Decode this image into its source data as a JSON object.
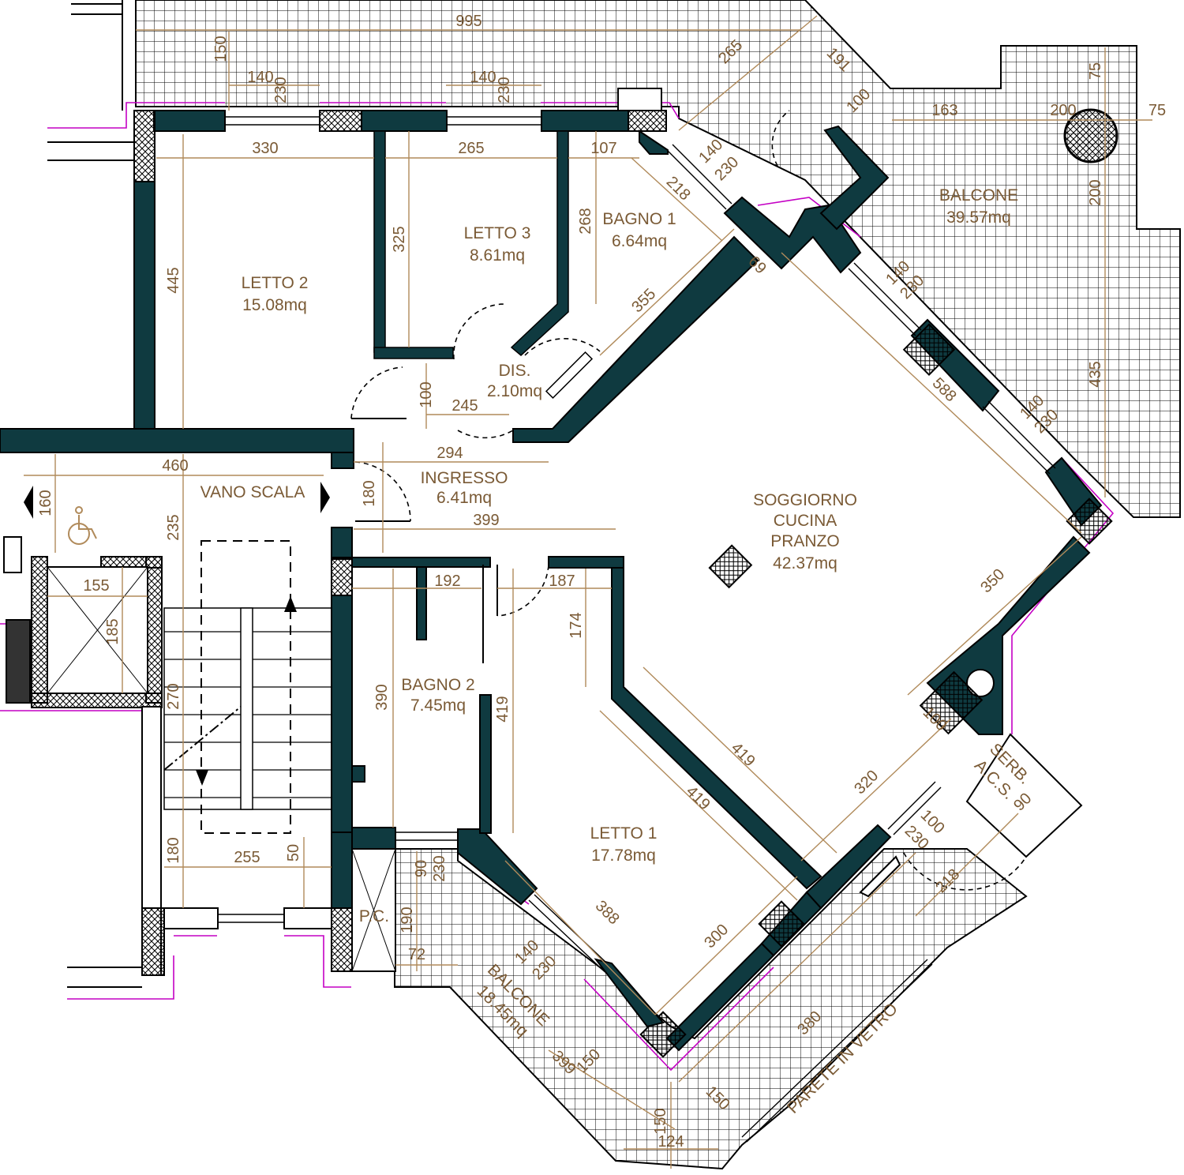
{
  "rooms": {
    "letto2": {
      "name": "LETTO  2",
      "area": "15.08mq"
    },
    "letto3": {
      "name": "LETTO  3",
      "area": "8.61mq"
    },
    "bagno1": {
      "name": "BAGNO  1",
      "area": "6.64mq"
    },
    "dis": {
      "name": "DIS.",
      "area": "2.10mq"
    },
    "ingresso": {
      "name": "INGRESSO",
      "area": "6.41mq"
    },
    "vano_scala": {
      "name": "VANO  SCALA"
    },
    "soggiorno": {
      "name1": "SOGGIORNO",
      "name2": "CUCINA",
      "name3": "PRANZO",
      "area": "42.37mq"
    },
    "bagno2": {
      "name": "BAGNO  2",
      "area": "7.45mq"
    },
    "letto1": {
      "name": "LETTO  1",
      "area": "17.78mq"
    },
    "balcone_top": {
      "name": "BALCONE",
      "area": "39.57mq"
    },
    "balcone_bottom": {
      "name": "BALCONE",
      "area": "18.45mq"
    },
    "serb": {
      "line1": "SERB.",
      "line2": "A.C.S."
    },
    "pc": {
      "name": "P.C."
    },
    "parete": {
      "name": "PARETE IN VETRO"
    }
  },
  "dimensions": {
    "d995": "995",
    "d150a": "150",
    "d140a": "140",
    "d230a": "230",
    "d140b": "140",
    "d230b": "230",
    "d265a": "265",
    "d191": "191",
    "d100a": "100",
    "d163": "163",
    "d200a": "200",
    "d75a": "75",
    "d75b": "75",
    "d200b": "200",
    "d330": "330",
    "d265b": "265",
    "d107": "107",
    "d140c": "140",
    "d230c": "230",
    "d218a": "218",
    "d445": "445",
    "d325": "325",
    "d268": "268",
    "d355": "355",
    "d69": "69",
    "d140d": "140",
    "d230d": "230",
    "d588": "588",
    "d140e": "140",
    "d230e": "230",
    "d435": "435",
    "d100b": "100",
    "d245": "245",
    "d294": "294",
    "d460": "460",
    "d180a": "180",
    "d399a": "399",
    "d160": "160",
    "d235": "235",
    "d155": "155",
    "d185": "185",
    "d192": "192",
    "d187": "187",
    "d174": "174",
    "d350": "350",
    "d390": "390",
    "d419a": "419",
    "d419b": "419",
    "d419c": "419",
    "d270": "270",
    "d100c": "100",
    "d320": "320",
    "d90a": "90",
    "d100d": "100",
    "d230f": "230",
    "d218b": "218",
    "d180b": "180",
    "d255": "255",
    "d50": "50",
    "d90b": "90",
    "d230g": "230",
    "d190": "190",
    "d72": "72",
    "d388": "388",
    "d300": "300",
    "d140f": "140",
    "d230h": "230",
    "d380": "380",
    "d399b": "399",
    "d150b": "150",
    "d150c": "150",
    "d150d": "150",
    "d124": "124"
  }
}
